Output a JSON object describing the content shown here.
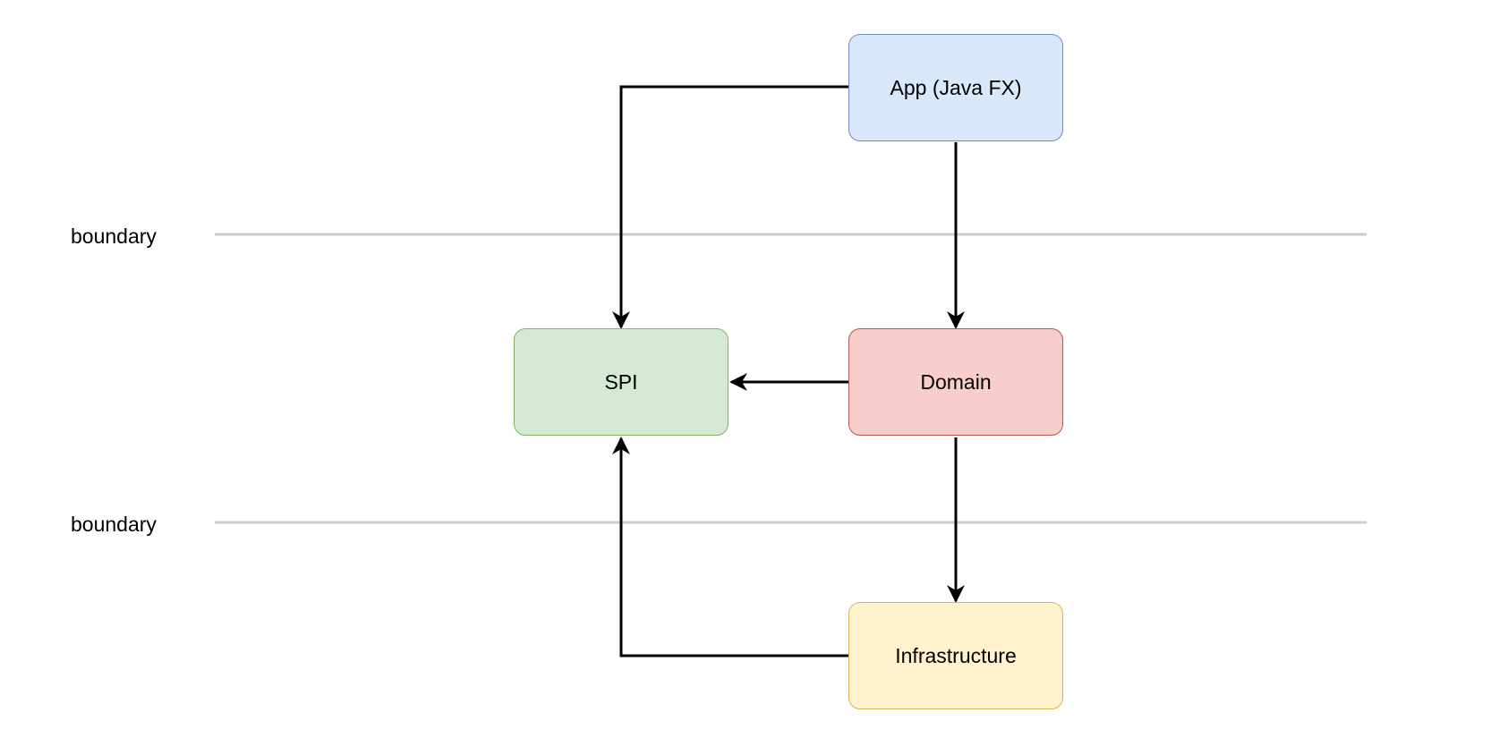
{
  "diagram": {
    "boundaries": [
      {
        "label": "boundary",
        "line_color": "#cccccc"
      },
      {
        "label": "boundary",
        "line_color": "#cccccc"
      }
    ],
    "nodes": {
      "app": {
        "label": "App (Java FX)",
        "fill": "#dae8fc",
        "stroke": "#6c8ebf"
      },
      "spi": {
        "label": "SPI",
        "fill": "#d5e8d4",
        "stroke": "#82b366"
      },
      "domain": {
        "label": "Domain",
        "fill": "#f8cecc",
        "stroke": "#b85450"
      },
      "infrastructure": {
        "label": "Infrastructure",
        "fill": "#fff2cc",
        "stroke": "#d6b656"
      }
    },
    "edges": [
      {
        "from": "App (Java FX)",
        "to": "SPI"
      },
      {
        "from": "App (Java FX)",
        "to": "Domain"
      },
      {
        "from": "Domain",
        "to": "SPI"
      },
      {
        "from": "Domain",
        "to": "Infrastructure"
      },
      {
        "from": "Infrastructure",
        "to": "SPI"
      }
    ],
    "edge_color": "#000000"
  }
}
